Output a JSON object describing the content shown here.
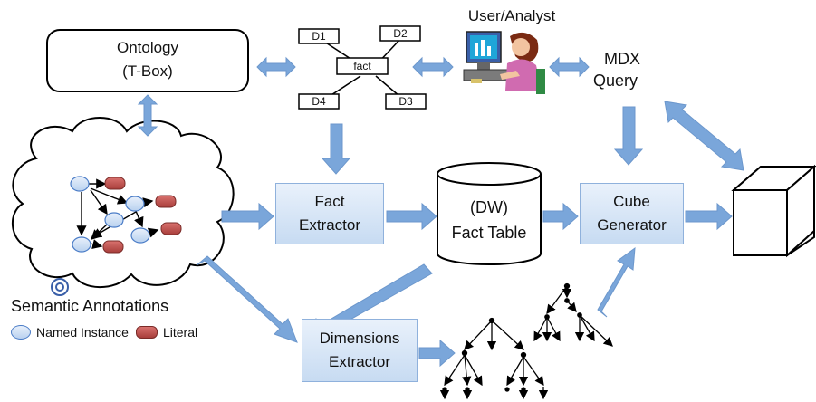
{
  "ontology": {
    "line1": "Ontology",
    "line2": "(T-Box)"
  },
  "star_schema": {
    "center": "fact",
    "d1": "D1",
    "d2": "D2",
    "d3": "D3",
    "d4": "D4"
  },
  "user": {
    "label": "User/Analyst"
  },
  "mdx": {
    "line1": "MDX",
    "line2": "Query"
  },
  "fact_extractor": {
    "line1": "Fact",
    "line2": "Extractor"
  },
  "dw": {
    "line1": "(DW)",
    "line2": "Fact Table"
  },
  "cube_generator": {
    "line1": "Cube",
    "line2": "Generator"
  },
  "dimensions_extractor": {
    "line1": "Dimensions",
    "line2": "Extractor"
  },
  "semantic": {
    "title": "Semantic Annotations"
  },
  "legend": {
    "named_instance": "Named Instance",
    "literal": "Literal"
  },
  "colors": {
    "arrow": "#7aa6da",
    "box_fill": "#d6e4f5",
    "box_border": "#8fb1dc",
    "node_fill": "#cfe0f5",
    "literal_fill": "#c0504d"
  }
}
